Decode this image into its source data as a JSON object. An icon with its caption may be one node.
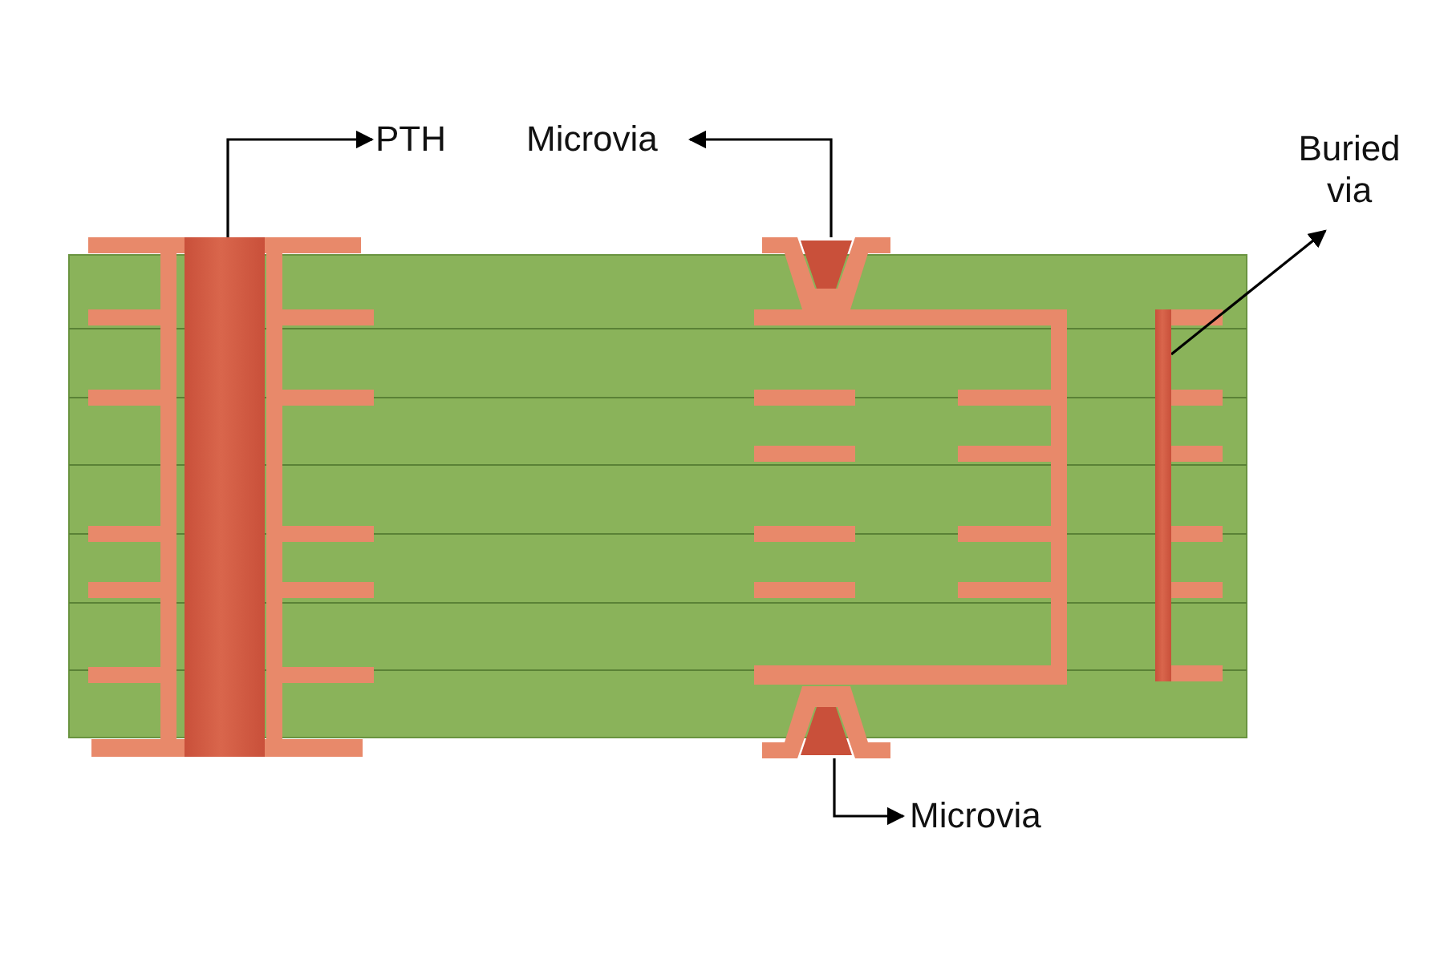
{
  "diagram": {
    "nodes": [
      {
        "text": [
          "PTH"
        ]
      },
      {
        "text": [
          "Microvia"
        ]
      },
      {
        "text": [
          "Buried via"
        ]
      },
      {
        "text": [],
        "shape": "bar"
      },
      {
        "text": [],
        "shape": "picture"
      },
      {
        "text": [],
        "shape": "bar"
      },
      {
        "text": [],
        "shape": "picture"
      },
      {
        "text": [
          "Microvia"
        ]
      }
    ],
    "edges": [
      {
        "from": 3,
        "to": 0,
        "arrow": "to"
      },
      {
        "from": 4,
        "to": 1,
        "arrow": "to"
      },
      {
        "from": 5,
        "to": 2,
        "arrow": "to"
      },
      {
        "from": 6,
        "to": 7,
        "arrow": "to"
      }
    ]
  }
}
